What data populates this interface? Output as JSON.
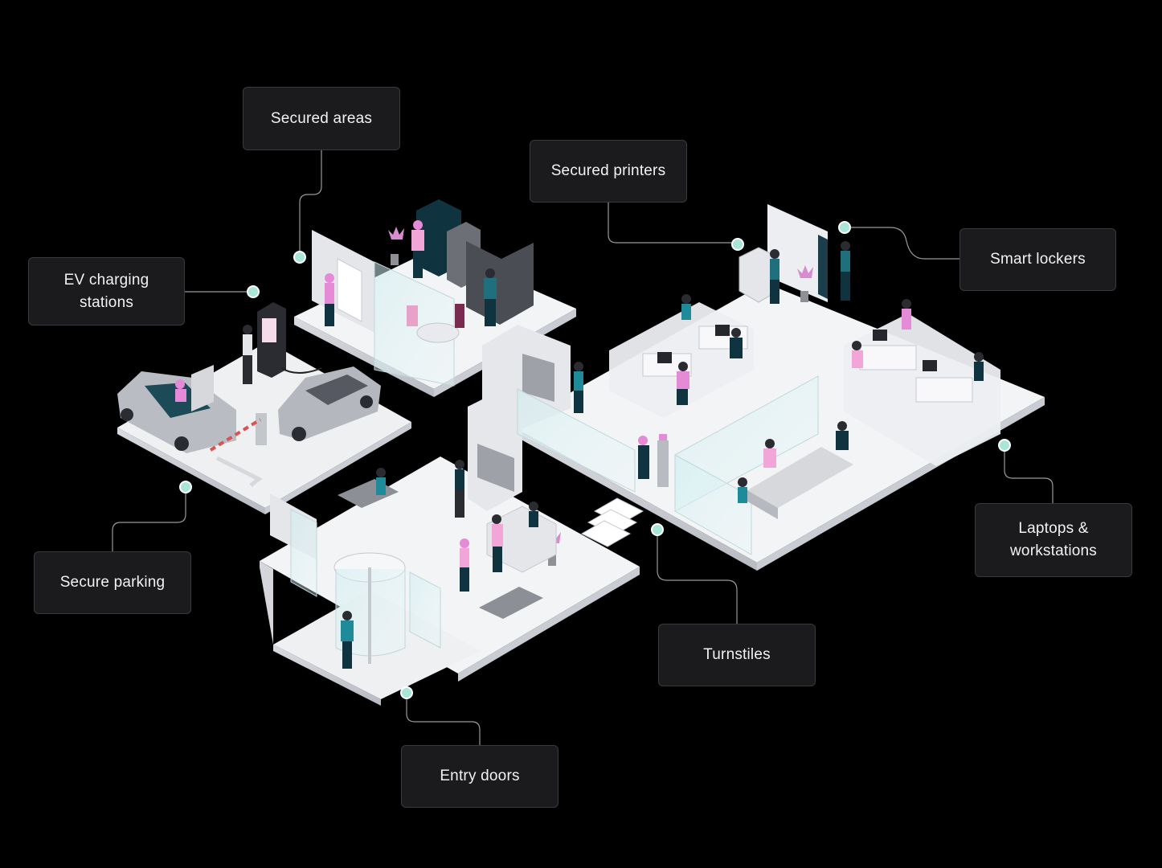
{
  "callouts": {
    "secured_areas": "Secured areas",
    "secured_printers": "Secured printers",
    "smart_lockers": "Smart lockers",
    "ev_charging": "EV charging\nstations",
    "secure_parking": "Secure parking",
    "laptops_workstations": "Laptops &\nworkstations",
    "turnstiles": "Turnstiles",
    "entry_doors": "Entry doors"
  },
  "colors": {
    "background": "#000000",
    "callout_bg": "#1b1b1d",
    "callout_border": "#3a3a3e",
    "connector": "#9a9a9e",
    "marker": "#a8e6d8",
    "floor": "#f3f4f6",
    "teal_accent": "#1f8a99",
    "pink_accent": "#e58ad6",
    "dark_teal": "#10343f"
  }
}
